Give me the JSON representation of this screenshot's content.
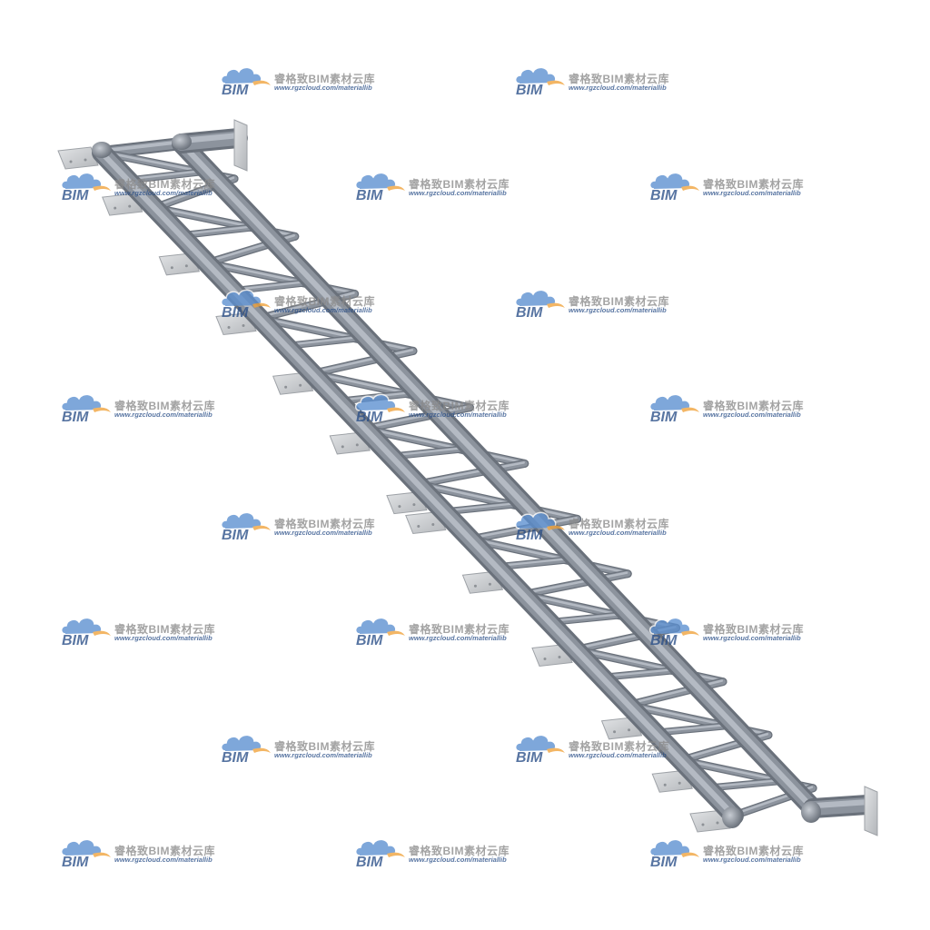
{
  "watermark": {
    "logo_text": "BIM",
    "title": "睿格致BIM素材云库",
    "url": "www.rgzcloud.com/materiallib",
    "logo_colors": {
      "cloud": "#5b8fd0",
      "cloud_inner": "#ffffff",
      "swoosh": "#f0a23a",
      "text": "#2a4f88"
    }
  },
  "model": {
    "subject": "steel-pipe-truss",
    "colors": {
      "pipe_light": "#b4bac3",
      "pipe_mid": "#8c939d",
      "pipe_dark": "#6a717b",
      "plate": "#c8cbcf",
      "plate_edge": "#9ea2a7"
    }
  }
}
